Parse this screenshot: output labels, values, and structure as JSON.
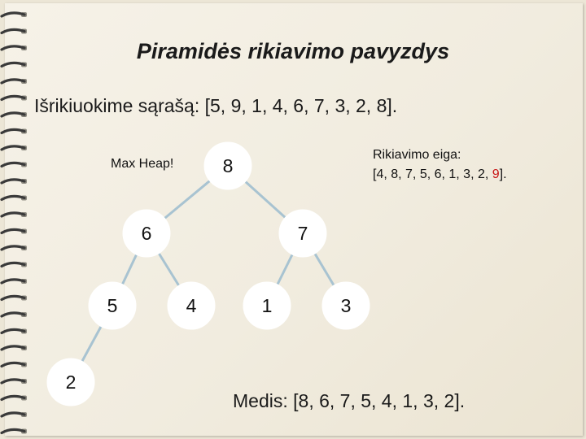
{
  "slide": {
    "title": "Piramidės rikiavimo pavyzdys",
    "intro": "Išrikiuokime sąrašą: [5, 9, 1, 4, 6, 7, 3, 2, 8].",
    "heap_label": "Max Heap!",
    "steps": {
      "label": "Rikiavimo eiga:",
      "prefix": "[4, 8, 7, 5, 6, 1, 3, 2, ",
      "highlight": "9",
      "suffix": "]."
    },
    "tree_result": "Medis: [8, 6, 7, 5, 4, 1, 3, 2]."
  },
  "colors": {
    "edge": "#a8c3d1",
    "highlight": "#c81414"
  },
  "tree": {
    "nodes": [
      {
        "id": "root",
        "value": "8"
      },
      {
        "id": "n6",
        "value": "6"
      },
      {
        "id": "n7",
        "value": "7"
      },
      {
        "id": "n5",
        "value": "5"
      },
      {
        "id": "n4",
        "value": "4"
      },
      {
        "id": "n1",
        "value": "1"
      },
      {
        "id": "n3",
        "value": "3"
      },
      {
        "id": "n2",
        "value": "2"
      }
    ]
  }
}
